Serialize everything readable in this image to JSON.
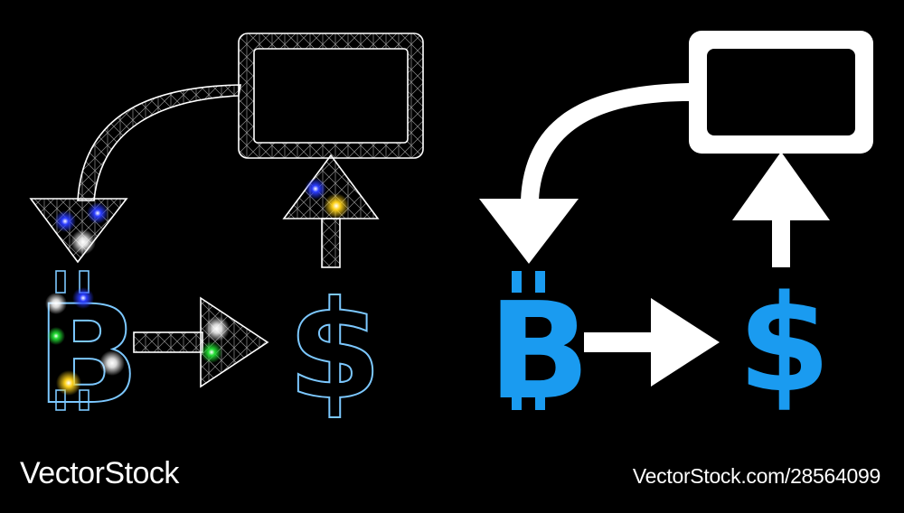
{
  "watermark": {
    "brand": "VectorStock",
    "image_id": "VectorStock.com/28564099"
  },
  "icon": {
    "crypto_symbol": "B",
    "fiat_symbol": "$"
  },
  "colors": {
    "background": "#000000",
    "white": "#ffffff",
    "blue": "#1a9bf0",
    "mesh_blue": "#7cc8ff",
    "flare_blue": "#2a3cff",
    "flare_green": "#22dd33",
    "flare_yellow": "#ffd21a"
  }
}
